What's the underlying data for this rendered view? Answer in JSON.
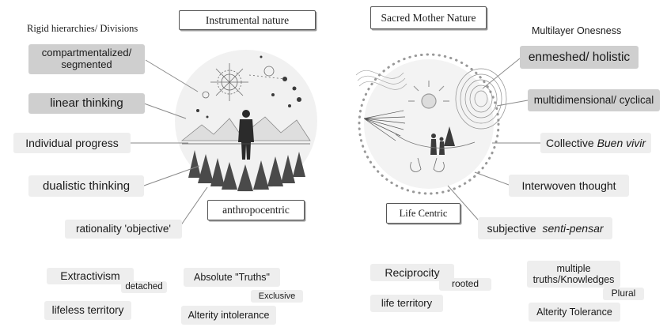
{
  "left": {
    "title": "Instrumental nature",
    "heading": "Rigid hierarchies/ Divisions",
    "items": [
      "compartmentalized/ segmented",
      "linear thinking",
      "Individual progress",
      "dualistic thinking",
      "rationality 'objective'"
    ],
    "center_label": "anthropocentric"
  },
  "right": {
    "title": "Sacred Mother Nature",
    "heading": "Multilayer Onesness",
    "items": [
      "enmeshed/ holistic",
      "multidimensional/ cyclical",
      "Interwoven thought"
    ],
    "collective_plain": "Collective",
    "collective_italic": "Buen vivir",
    "subjective_plain": "subjective",
    "subjective_italic": "senti-pensar",
    "center_label": "Life Centric"
  },
  "bottom_left": {
    "extractivism": "Extractivism",
    "detached": "detached",
    "lifeless": "lifeless territory",
    "absolute": "Absolute \"Truths\"",
    "exclusive": "Exclusive",
    "alterity": "Alterity intolerance"
  },
  "bottom_right": {
    "reciprocity": "Reciprocity",
    "rooted": "rooted",
    "life_territory": "life territory",
    "multiple": "multiple truths/Knowledges",
    "plural": "Plural",
    "alterity": "Alterity Tolerance"
  },
  "colors": {
    "box_light": "#eeeeee",
    "box_dark": "#cfcfcf",
    "line": "#8a8a8a"
  }
}
